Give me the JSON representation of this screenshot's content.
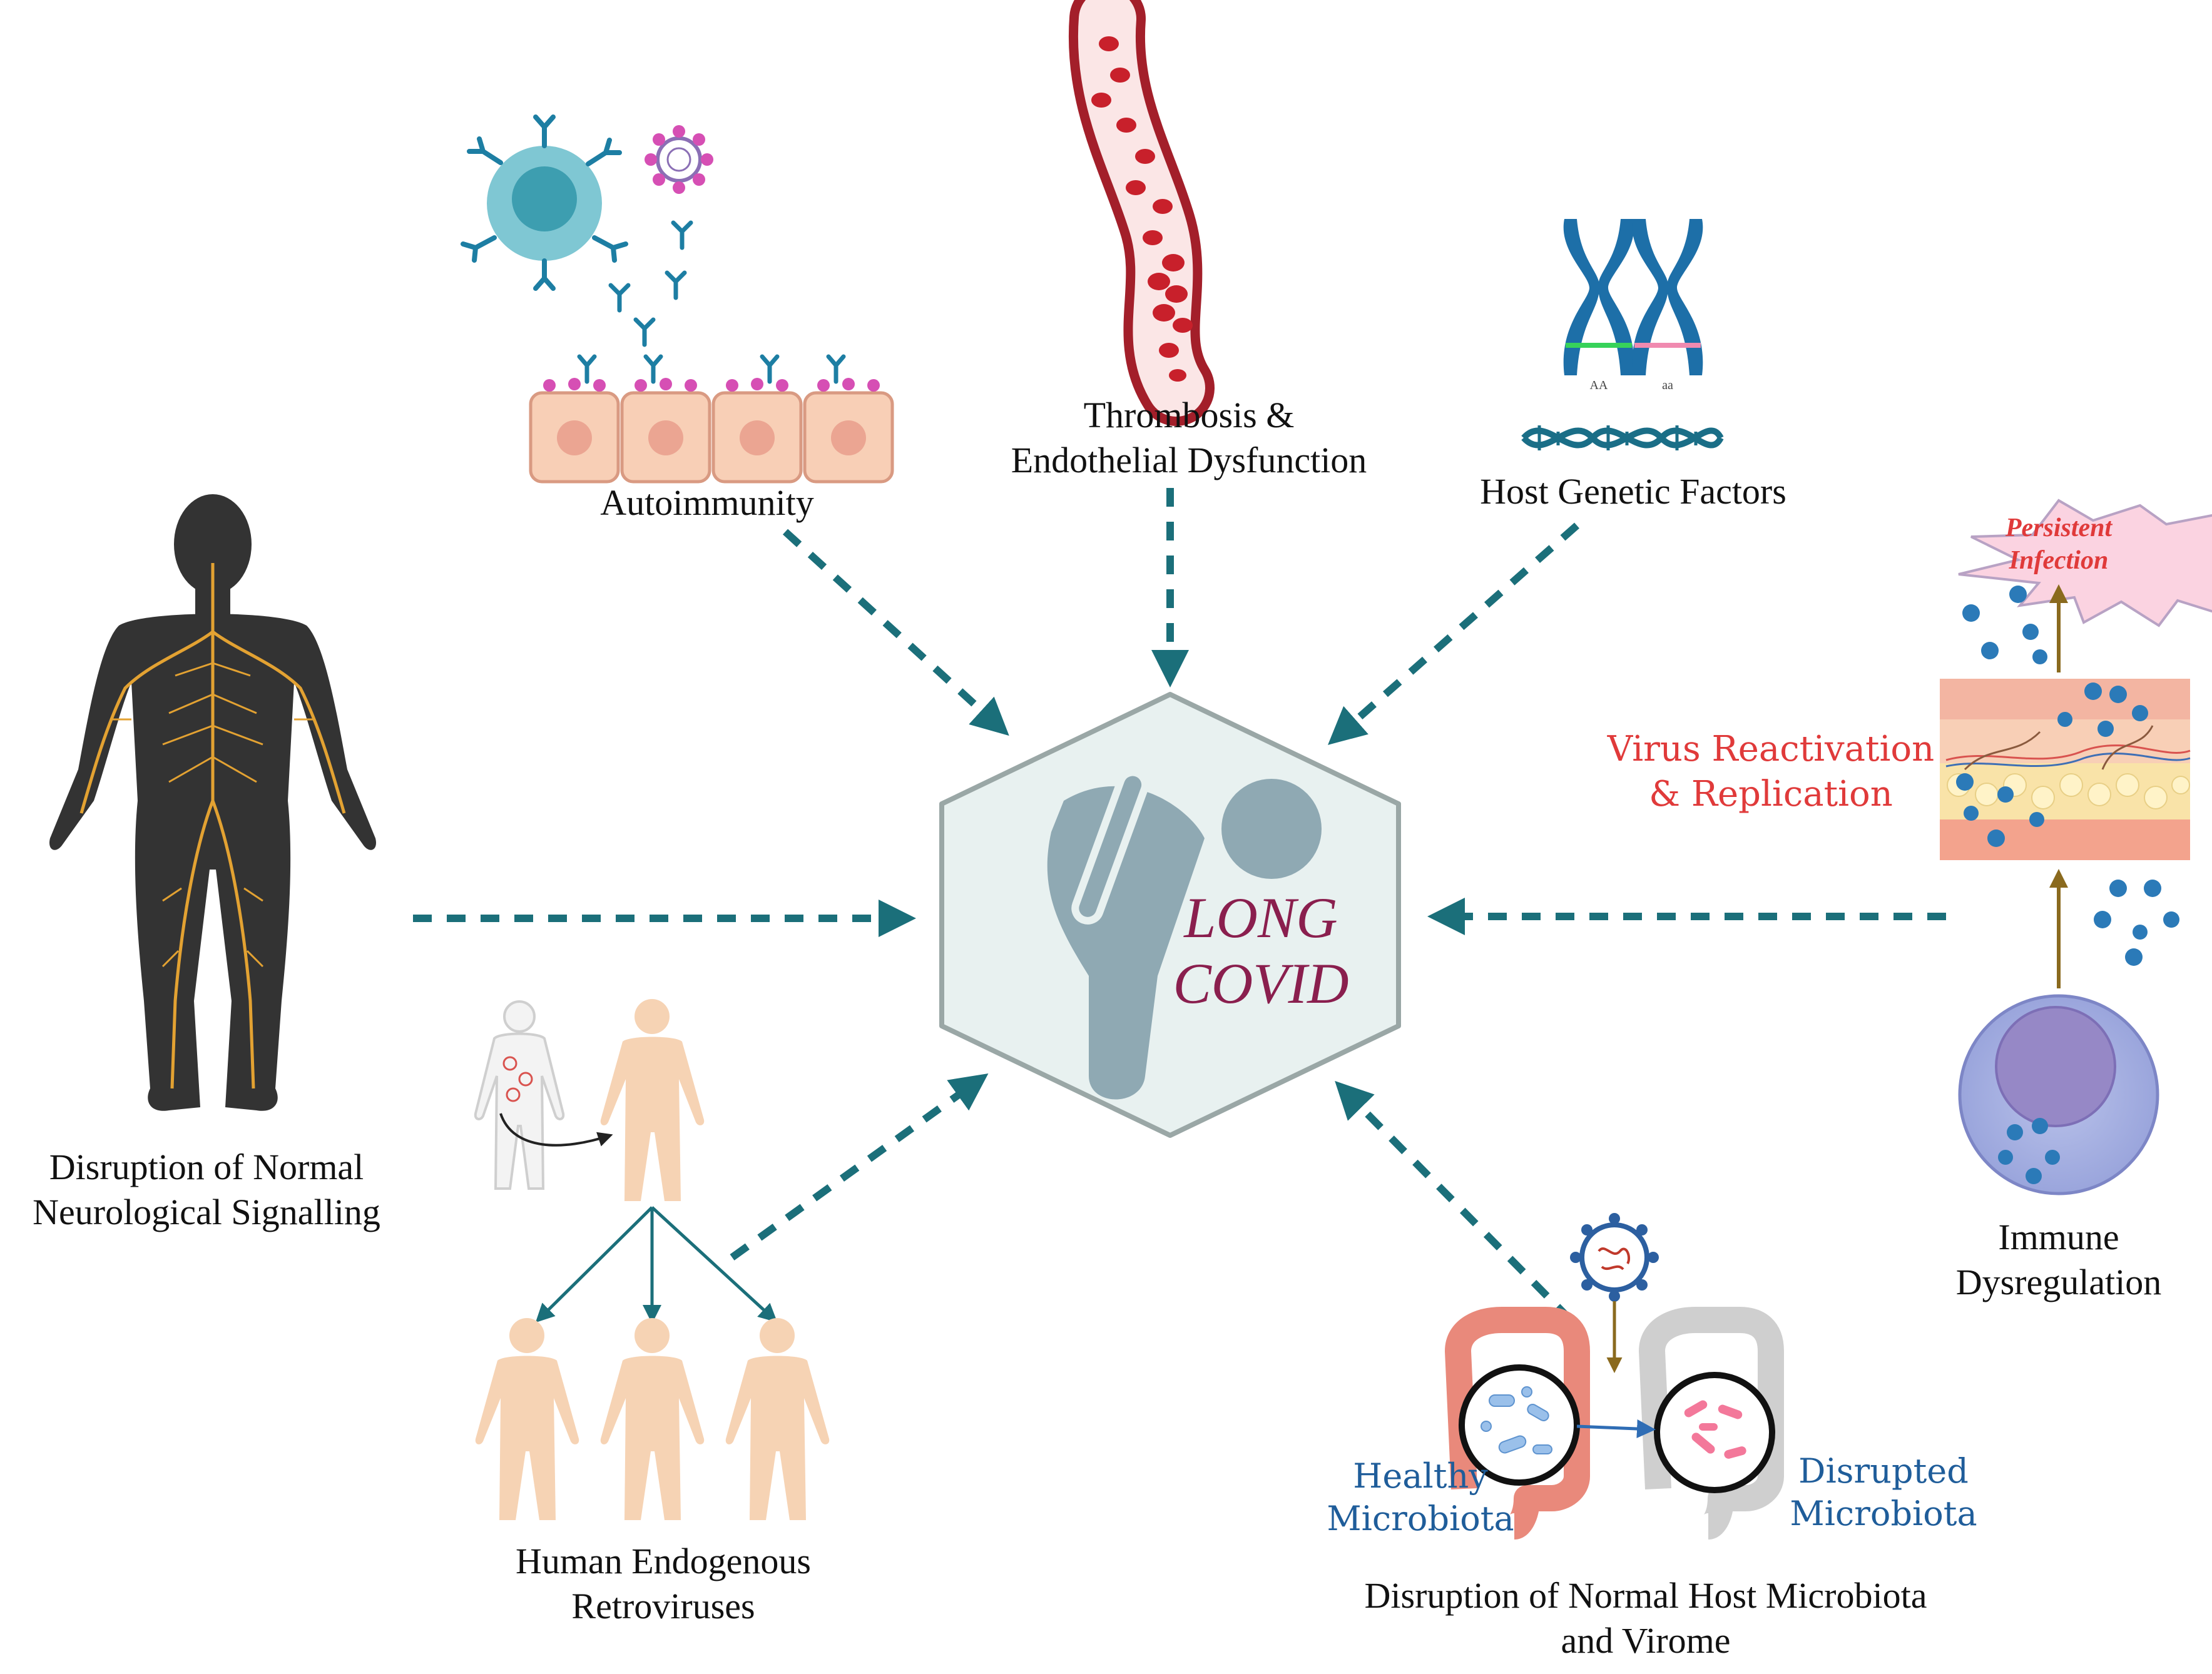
{
  "center": {
    "title_line1": "LONG",
    "title_line2": "COVID"
  },
  "factors": {
    "autoimmunity": "Autoimmunity",
    "thrombosis_line1": "Thrombosis &",
    "thrombosis_line2": "Endothelial Dysfunction",
    "host_genetic": "Host Genetic Factors",
    "neuro_line1": "Disruption of Normal",
    "neuro_line2": "Neurological Signalling",
    "herv_line1": "Human Endogenous",
    "herv_line2": "Retroviruses",
    "microbiota_line1": "Disruption of Normal Host Microbiota",
    "microbiota_line2": "and Virome",
    "immune_line1": "Immune",
    "immune_line2": "Dysregulation"
  },
  "annotations": {
    "persistent_line1": "Persistent",
    "persistent_line2": "Infection",
    "reactivation_line1": "Virus Reactivation",
    "reactivation_line2": "& Replication",
    "healthy_line1": "Healthy",
    "healthy_line2": "Microbiota",
    "disrupted_line1": "Disrupted",
    "disrupted_line2": "Microbiota",
    "allele_left": "AA",
    "allele_right": "aa"
  },
  "colors": {
    "arrow": "#1b6f7a",
    "hexagon_fill": "#e8f1f0",
    "hexagon_stroke": "#9aa7a6",
    "figure": "#8fa9b3",
    "title": "#8a1f4e",
    "red_label": "#e03a3a",
    "blue_label": "#1f5d9a"
  }
}
